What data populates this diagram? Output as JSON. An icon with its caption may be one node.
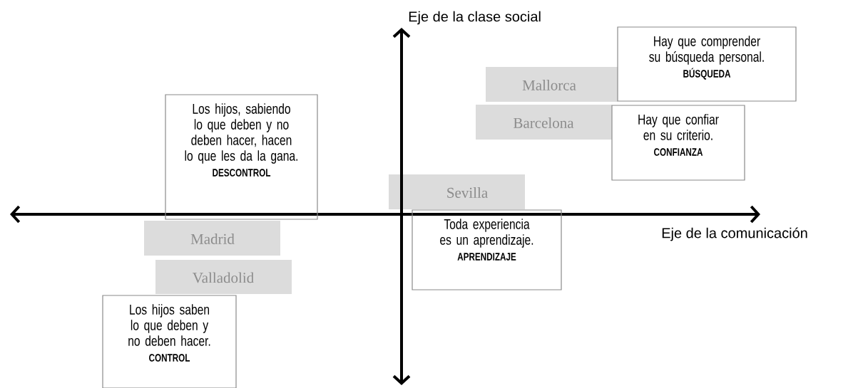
{
  "diagram": {
    "nodes": [
      {
        "text": [
          "Hay que comprender su búsqueda personal.",
          "BÚSQUEDA"
        ]
      },
      {
        "text": [
          "Mallorca"
        ]
      },
      {
        "text": [
          "Los hijos, sabiendo lo que deben y no deben hacer, hacen lo que les da la gana.",
          "DESCONTROL"
        ]
      },
      {
        "text": [
          "Barcelona"
        ]
      },
      {
        "text": [
          "Hay que confiar en su criterio.",
          "CONFIANZA"
        ]
      },
      {
        "text": [
          "Sevilla"
        ]
      },
      {
        "text": [
          "Toda experiencia es un aprendizaje.",
          "APRENDIZAJE"
        ]
      },
      {
        "text": [
          "Madrid"
        ]
      },
      {
        "text": [
          "Valladolid"
        ]
      },
      {
        "text": [
          "Los hijos saben lo que deben y no deben hacer.",
          "CONTROL"
        ]
      }
    ],
    "labels": [
      "Eje de la clase social",
      "Eje de la comunicación"
    ]
  }
}
